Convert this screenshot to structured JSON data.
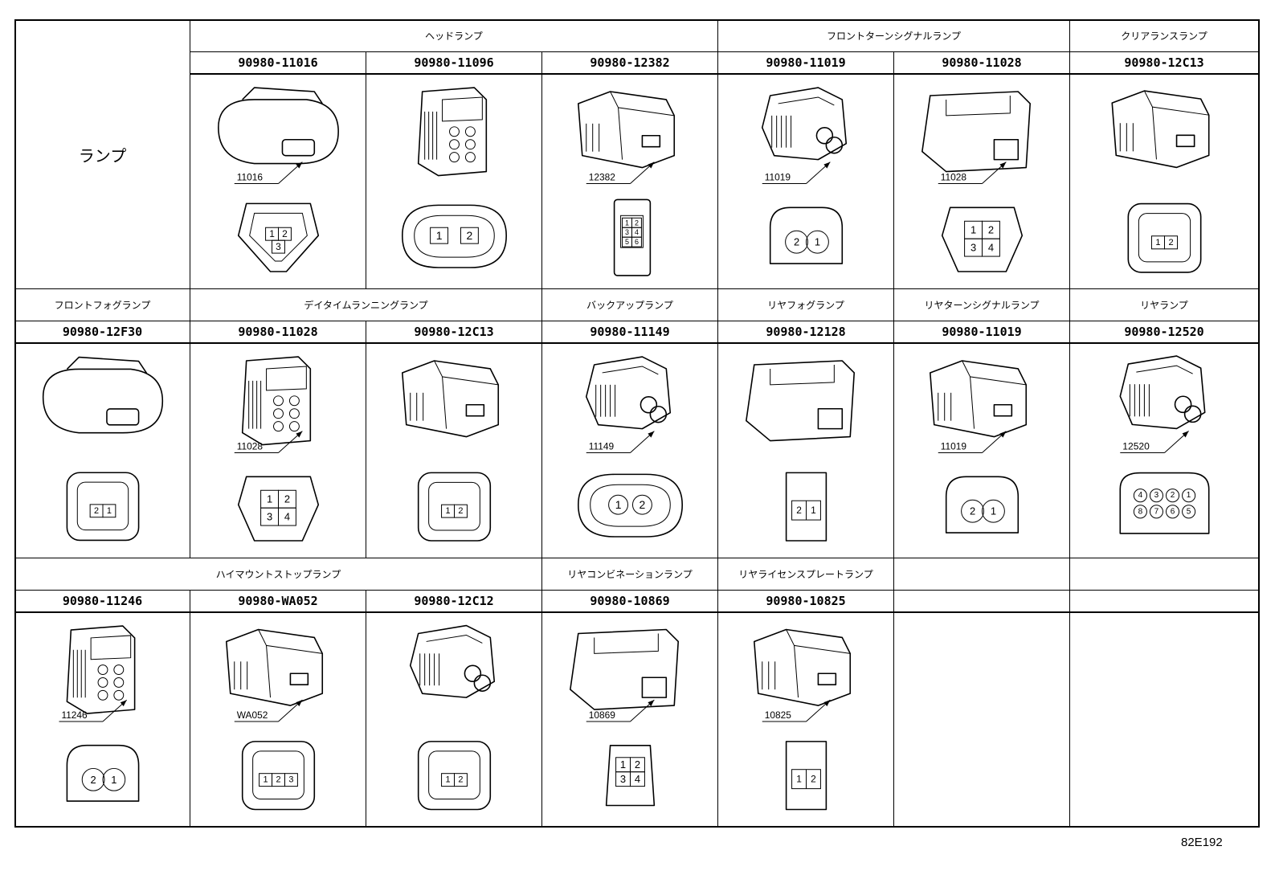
{
  "corner_label": "ランプ",
  "figure_id": "82E192",
  "rows": [
    {
      "groups": [
        {
          "label": "ヘッドランプ",
          "cols": [
            1,
            3
          ]
        },
        {
          "label": "フロントターンシグナルランプ",
          "cols": [
            4,
            5
          ]
        },
        {
          "label": "クリアランスランプ",
          "cols": [
            6,
            6
          ]
        }
      ],
      "parts": [
        {
          "col": 1,
          "number": "90980-11016",
          "callout": "11016",
          "pins": [
            "1",
            "2",
            "3"
          ],
          "face": "tri"
        },
        {
          "col": 2,
          "number": "90980-11096",
          "callout": "",
          "pins": [
            "1",
            "2"
          ],
          "face": "oval"
        },
        {
          "col": 3,
          "number": "90980-12382",
          "callout": "12382",
          "pins": [
            "1",
            "2",
            "3",
            "4",
            "5",
            "6"
          ],
          "face": "tall6"
        },
        {
          "col": 4,
          "number": "90980-11019",
          "callout": "11019",
          "pins": [
            "2",
            "1"
          ],
          "face": "round2"
        },
        {
          "col": 5,
          "number": "90980-11028",
          "callout": "11028",
          "pins": [
            "1",
            "2",
            "3",
            "4"
          ],
          "face": "quad"
        },
        {
          "col": 6,
          "number": "90980-12C13",
          "callout": "",
          "pins": [
            "1",
            "2"
          ],
          "face": "rect2"
        }
      ]
    },
    {
      "groups": [
        {
          "label": "フロントフォグランプ",
          "cols": [
            0,
            0
          ]
        },
        {
          "label": "デイタイムランニングランプ",
          "cols": [
            1,
            2
          ]
        },
        {
          "label": "バックアップランプ",
          "cols": [
            3,
            3
          ]
        },
        {
          "label": "リヤフォグランプ",
          "cols": [
            4,
            4
          ]
        },
        {
          "label": "リヤターンシグナルランプ",
          "cols": [
            5,
            5
          ]
        },
        {
          "label": "リヤランプ",
          "cols": [
            6,
            6
          ]
        }
      ],
      "parts": [
        {
          "col": 0,
          "number": "90980-12F30",
          "callout": "",
          "pins": [
            "2",
            "1"
          ],
          "face": "small2"
        },
        {
          "col": 1,
          "number": "90980-11028",
          "callout": "11028",
          "pins": [
            "1",
            "2",
            "3",
            "4"
          ],
          "face": "quad"
        },
        {
          "col": 2,
          "number": "90980-12C13",
          "callout": "",
          "pins": [
            "1",
            "2"
          ],
          "face": "rect2"
        },
        {
          "col": 3,
          "number": "90980-11149",
          "callout": "11149",
          "pins": [
            "1",
            "2"
          ],
          "face": "oval2"
        },
        {
          "col": 4,
          "number": "90980-12128",
          "callout": "",
          "pins": [
            "2",
            "1"
          ],
          "face": "post2"
        },
        {
          "col": 5,
          "number": "90980-11019",
          "callout": "11019",
          "pins": [
            "2",
            "1"
          ],
          "face": "round2"
        },
        {
          "col": 6,
          "number": "90980-12520",
          "callout": "12520",
          "pins": [
            "4",
            "3",
            "2",
            "1",
            "8",
            "7",
            "6",
            "5"
          ],
          "face": "eight"
        }
      ]
    },
    {
      "groups": [
        {
          "label": "ハイマウントストップランプ",
          "cols": [
            0,
            2
          ]
        },
        {
          "label": "リヤコンビネーションランプ",
          "cols": [
            3,
            3
          ]
        },
        {
          "label": "リヤライセンスプレートランプ",
          "cols": [
            4,
            4
          ]
        },
        {
          "label": "",
          "cols": [
            5,
            5
          ]
        },
        {
          "label": "",
          "cols": [
            6,
            6
          ]
        }
      ],
      "parts": [
        {
          "col": 0,
          "number": "90980-11246",
          "callout": "11246",
          "pins": [
            "2",
            "1"
          ],
          "face": "side2"
        },
        {
          "col": 1,
          "number": "90980-WA052",
          "callout": "WA052",
          "pins": [
            "1",
            "2",
            "3"
          ],
          "face": "rect3"
        },
        {
          "col": 2,
          "number": "90980-12C12",
          "callout": "",
          "pins": [
            "1",
            "2"
          ],
          "face": "rect2"
        },
        {
          "col": 3,
          "number": "90980-10869",
          "callout": "10869",
          "pins": [
            "1",
            "2",
            "3",
            "4"
          ],
          "face": "quadsmall"
        },
        {
          "col": 4,
          "number": "90980-10825",
          "callout": "10825",
          "pins": [
            "1",
            "2"
          ],
          "face": "post2b"
        },
        {
          "col": 5,
          "number": "",
          "callout": "",
          "pins": [],
          "face": "none"
        },
        {
          "col": 6,
          "number": "",
          "callout": "",
          "pins": [],
          "face": "none"
        }
      ]
    }
  ]
}
